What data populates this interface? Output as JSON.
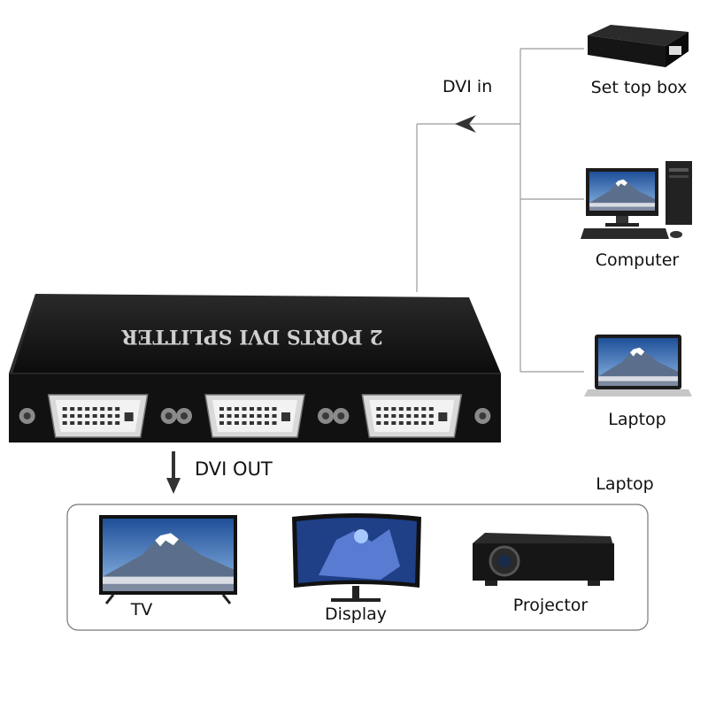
{
  "splitter": {
    "brand_text": "2 PORTS DVI SPLITTER",
    "port_count": 3
  },
  "labels": {
    "dvi_in": "DVI in",
    "dvi_out": "DVI OUT",
    "set_top_box": "Set top box",
    "computer": "Computer",
    "laptop_source": "Laptop",
    "laptop_output": "Laptop",
    "tv": "TV",
    "display": "Display",
    "projector": "Projector"
  },
  "colors": {
    "splitter_body": "#111111",
    "line": "#9a9a9a",
    "arrow": "#333333",
    "screen_sky": "#3b78c4"
  }
}
